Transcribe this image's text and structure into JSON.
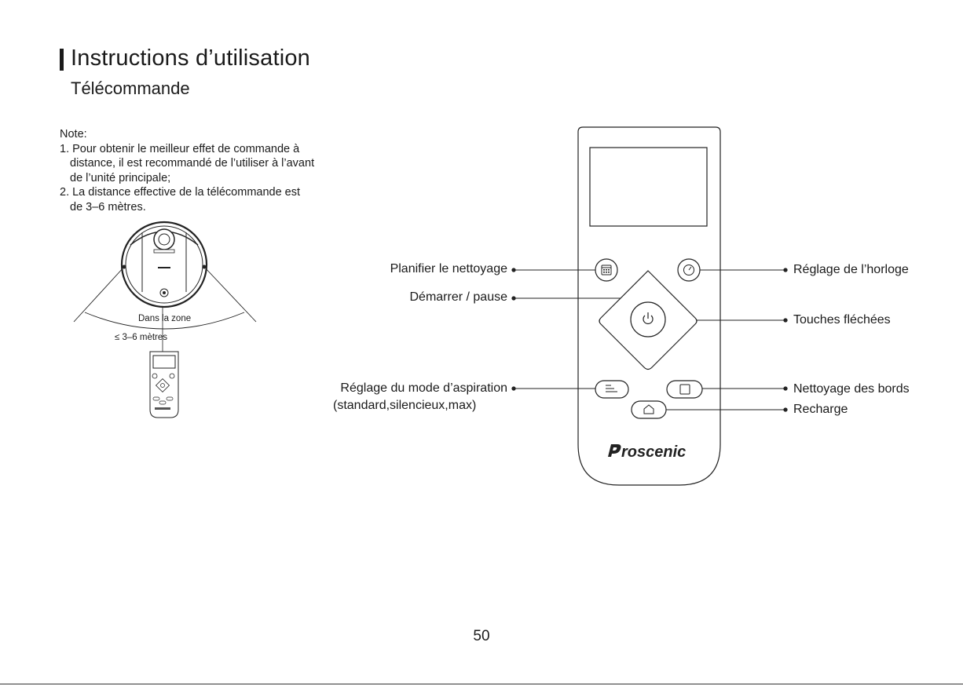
{
  "header": {
    "title": "Instructions d’utilisation",
    "subtitle": "Télécommande"
  },
  "note": {
    "heading": "Note:",
    "lines": [
      "1. Pour obtenir le meilleur effet de commande à",
      "distance, il est recommandé de l’utiliser à l’avant",
      "de l’unité principale;",
      "2. La distance effective de la télécommande est",
      "de 3–6 mètres."
    ]
  },
  "range_diagram": {
    "zone_label": "Dans la zone",
    "distance_label": "≤ 3–6 mètres"
  },
  "remote": {
    "brand": "Proscenic",
    "buttons": {
      "schedule": "calendar-icon",
      "clock": "clock-icon",
      "power": "power-icon",
      "suction": "suction-mode-icon",
      "edge": "edge-clean-icon",
      "home": "home-icon"
    }
  },
  "callouts": {
    "schedule": "Planifier le nettoyage",
    "start_pause": "Démarrer / pause",
    "suction_mode": "Réglage du mode d’aspiration",
    "suction_mode_detail": "(standard,silencieux,max)",
    "clock": "Réglage de l’horloge",
    "arrows": "Touches fléchées",
    "edge_cleaning": "Nettoyage des bords",
    "recharge": "Recharge"
  },
  "footer": {
    "page_number": "50"
  }
}
